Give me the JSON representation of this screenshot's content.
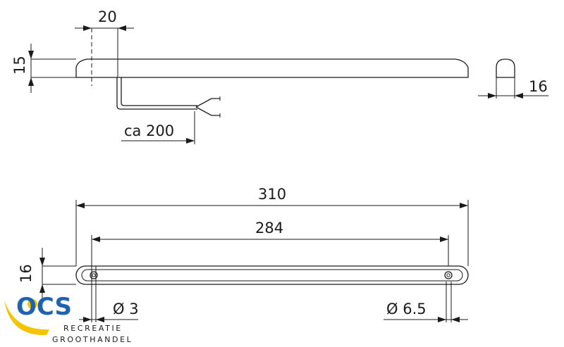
{
  "dimensions": {
    "top_width": "20",
    "top_height": "15",
    "cable_length": "ca 200",
    "end_height": "16",
    "overall_length": "310",
    "hole_spacing": "284",
    "plan_height": "16",
    "hole_small": "Ø 3",
    "hole_large": "Ø 6.5"
  },
  "logo": {
    "brand": "OCS",
    "line1": "RECREATIE",
    "line2": "GROOTHANDEL",
    "colors": {
      "blue": "#1f63b0",
      "yellow": "#f4c400"
    }
  }
}
